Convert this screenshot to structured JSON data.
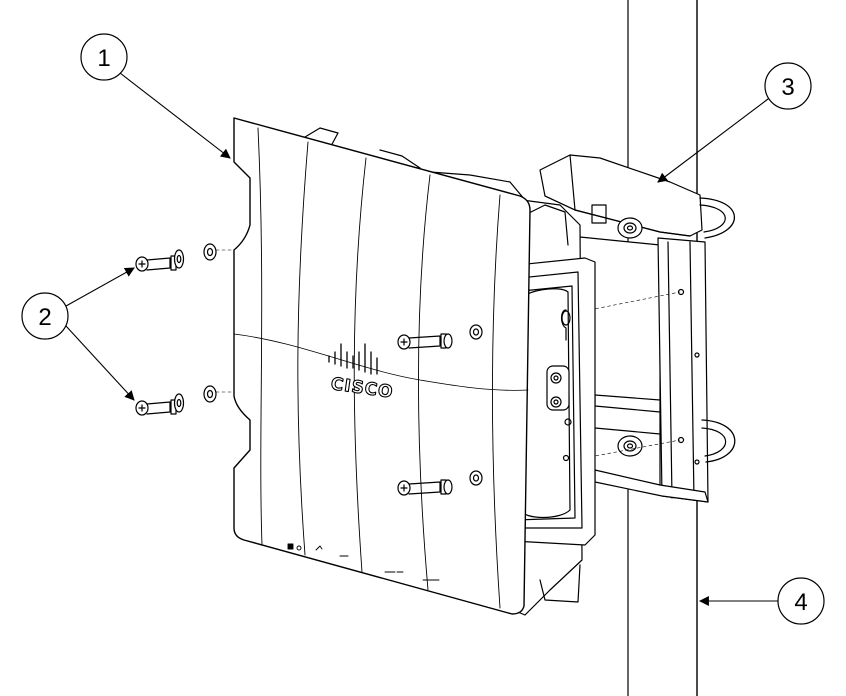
{
  "callouts": [
    {
      "id": "1",
      "label": "1"
    },
    {
      "id": "2",
      "label": "2"
    },
    {
      "id": "3",
      "label": "3"
    },
    {
      "id": "4",
      "label": "4"
    }
  ],
  "logo": {
    "text": "CISCO"
  },
  "colors": {
    "line": "#000000",
    "background": "#ffffff",
    "shade": "#d9d9d9"
  }
}
